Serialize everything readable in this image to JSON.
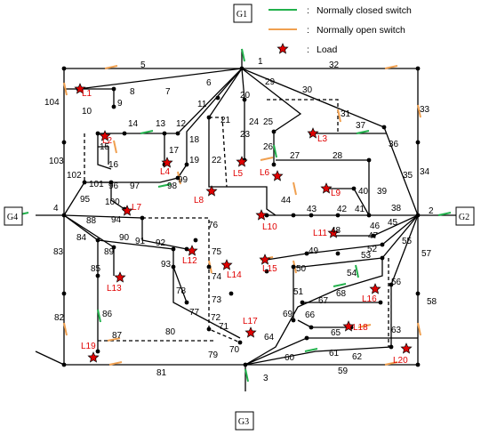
{
  "legend": {
    "closed": "Normally closed switch",
    "open": "Normally open switch",
    "load": "Load",
    "sep": ":"
  },
  "colors": {
    "closed": "#22b14c",
    "open": "#f0a050",
    "load": "#e00000"
  },
  "generators": [
    "G1",
    "G2",
    "G3",
    "G4"
  ],
  "branch_labels": [
    "1",
    "2",
    "3",
    "4",
    "5",
    "6",
    "7",
    "8",
    "9",
    "10",
    "11",
    "12",
    "13",
    "14",
    "15",
    "16",
    "17",
    "18",
    "19",
    "20",
    "21",
    "22",
    "23",
    "24",
    "25",
    "26",
    "27",
    "28",
    "29",
    "30",
    "31",
    "32",
    "33",
    "34",
    "35",
    "36",
    "37",
    "38",
    "39",
    "40",
    "41",
    "42",
    "43",
    "44",
    "45",
    "46",
    "47",
    "48",
    "49",
    "50",
    "51",
    "52",
    "53",
    "54",
    "55",
    "56",
    "57",
    "58",
    "59",
    "60",
    "61",
    "62",
    "63",
    "64",
    "65",
    "66",
    "67",
    "68",
    "69",
    "70",
    "71",
    "72",
    "73",
    "74",
    "75",
    "76",
    "77",
    "78",
    "79",
    "80",
    "81",
    "82",
    "83",
    "84",
    "85",
    "86",
    "87",
    "88",
    "89",
    "90",
    "91",
    "92",
    "93",
    "94",
    "95",
    "96",
    "97",
    "98",
    "99",
    "100",
    "101",
    "102",
    "103",
    "104"
  ],
  "loads": [
    "L1",
    "L2",
    "L3",
    "L4",
    "L5",
    "L6",
    "L7",
    "L8",
    "L9",
    "L10",
    "L11",
    "L12",
    "L13",
    "L14",
    "L15",
    "L16",
    "L17",
    "L18",
    "L19",
    "L20"
  ]
}
